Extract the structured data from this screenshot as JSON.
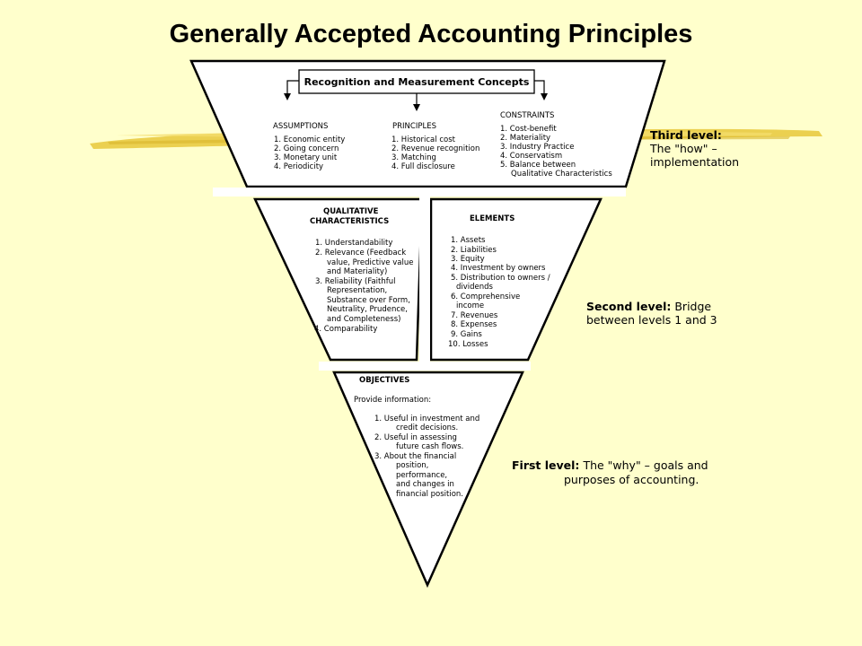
{
  "title": "Generally Accepted Accounting Principles",
  "colors": {
    "background": "#ffffcc",
    "brush_stroke": "#e8c83a",
    "outline": "#000000"
  },
  "top": {
    "box_title": "Recognition and Measurement Concepts",
    "assumptions": {
      "heading": "ASSUMPTIONS",
      "items": [
        "1. Economic entity",
        "2. Going concern",
        "3. Monetary unit",
        "4. Periodicity"
      ]
    },
    "principles": {
      "heading": "PRINCIPLES",
      "items": [
        "1. Historical cost",
        "2. Revenue recognition",
        "3. Matching",
        "4. Full disclosure"
      ]
    },
    "constraints": {
      "heading": "CONSTRAINTS",
      "items": [
        "1. Cost-benefit",
        "2. Materiality",
        "3. Industry Practice",
        "4. Conservatism",
        "5. Balance between",
        "Qualitative Characteristics"
      ]
    }
  },
  "middle": {
    "qualitative": {
      "heading": [
        "QUALITATIVE",
        "CHARACTERISTICS"
      ],
      "items": [
        "1.  Understandability",
        "2.  Relevance (Feedback",
        "value, Predictive value",
        "and Materiality)",
        "3.  Reliability (Faithful",
        "Representation,",
        "Substance over  Form,",
        "Neutrality, Prudence,",
        "and Completeness)",
        "4.  Comparability"
      ]
    },
    "elements": {
      "heading": "ELEMENTS",
      "items": [
        "1. Assets",
        "2. Liabilities",
        "3. Equity",
        "4. Investment by owners",
        "5. Distribution to owners /",
        "dividends",
        "6. Comprehensive",
        "income",
        "7. Revenues",
        "8. Expenses",
        "9. Gains",
        "10. Losses"
      ]
    }
  },
  "bottom": {
    "heading": "OBJECTIVES",
    "intro": "Provide information:",
    "items": [
      "1.  Useful in investment and",
      "credit decisions.",
      "2.  Useful in assessing",
      "future cash flows.",
      "3.  About the financial",
      "position,",
      "performance,",
      "and changes in",
      "financial position."
    ]
  },
  "levels": {
    "third": {
      "label": "Third level:",
      "line1": "The \"how\" –",
      "line2": "implementation"
    },
    "second": {
      "label": "Second level:",
      "line1": "Bridge",
      "line2": "between levels 1 and 3"
    },
    "first": {
      "label": "First level:",
      "line1": "The \"why\" – goals and",
      "line2": "purposes of accounting."
    }
  }
}
